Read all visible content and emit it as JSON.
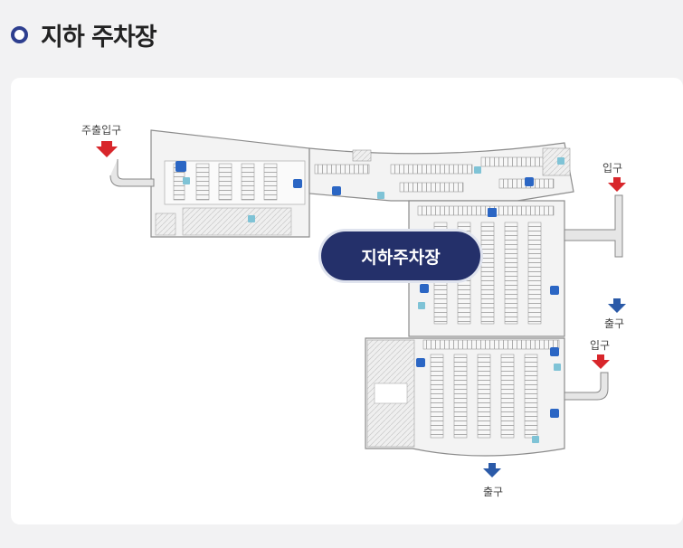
{
  "header": {
    "title": "지하 주차장"
  },
  "map": {
    "floor_label": "지하주차장",
    "labels": {
      "main_entry": "주출입구",
      "entry_right_top": "입구",
      "exit_right_top": "출구",
      "entry_right_bottom": "입구",
      "exit_bottom": "출구"
    }
  },
  "colors": {
    "accent": "#24306a",
    "entry_arrow": "#d8262b",
    "exit_arrow": "#2b5aa8"
  }
}
